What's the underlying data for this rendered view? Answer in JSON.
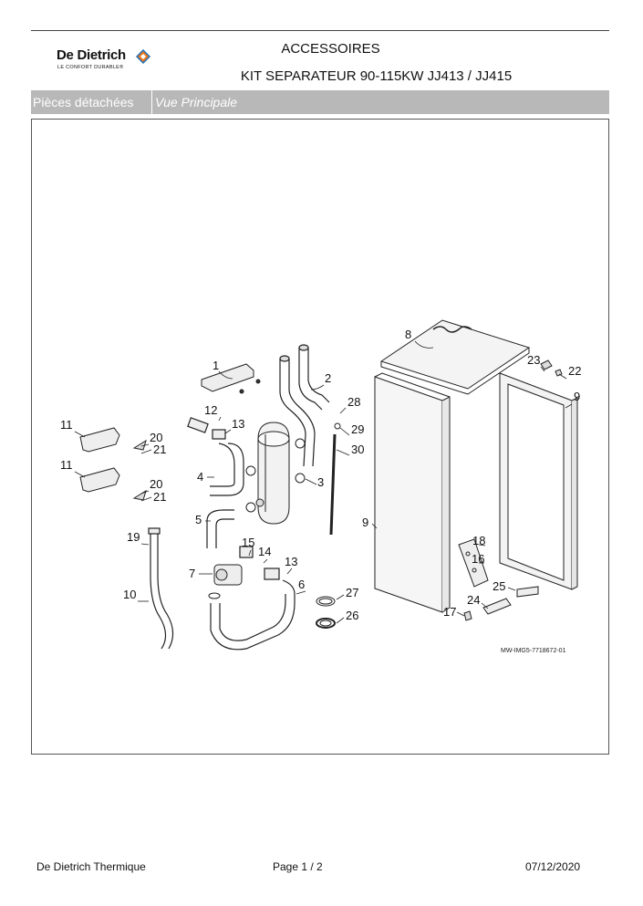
{
  "header": {
    "brand_name": "De Dietrich",
    "brand_tagline": "LE CONFORT DURABLE®",
    "title": "ACCESSOIRES",
    "subtitle": "KIT SEPARATEUR 90-115KW JJ413 / JJ415",
    "brand_colors": [
      "#e87722",
      "#1d6fb8"
    ]
  },
  "section_bar": {
    "left_label": "Pièces détachées",
    "right_label": "Vue Principale"
  },
  "diagram": {
    "image_ref": "MW-IMG5-7718672-01",
    "callouts": [
      "1",
      "2",
      "3",
      "4",
      "5",
      "6",
      "7",
      "8",
      "9",
      "9",
      "10",
      "11",
      "11",
      "12",
      "13",
      "13",
      "14",
      "15",
      "16",
      "17",
      "18",
      "19",
      "20",
      "20",
      "21",
      "21",
      "22",
      "23",
      "24",
      "25",
      "26",
      "27",
      "28",
      "29",
      "30"
    ]
  },
  "footer": {
    "company": "De Dietrich Thermique",
    "page": "Page   1  /  2",
    "date": "07/12/2020"
  }
}
